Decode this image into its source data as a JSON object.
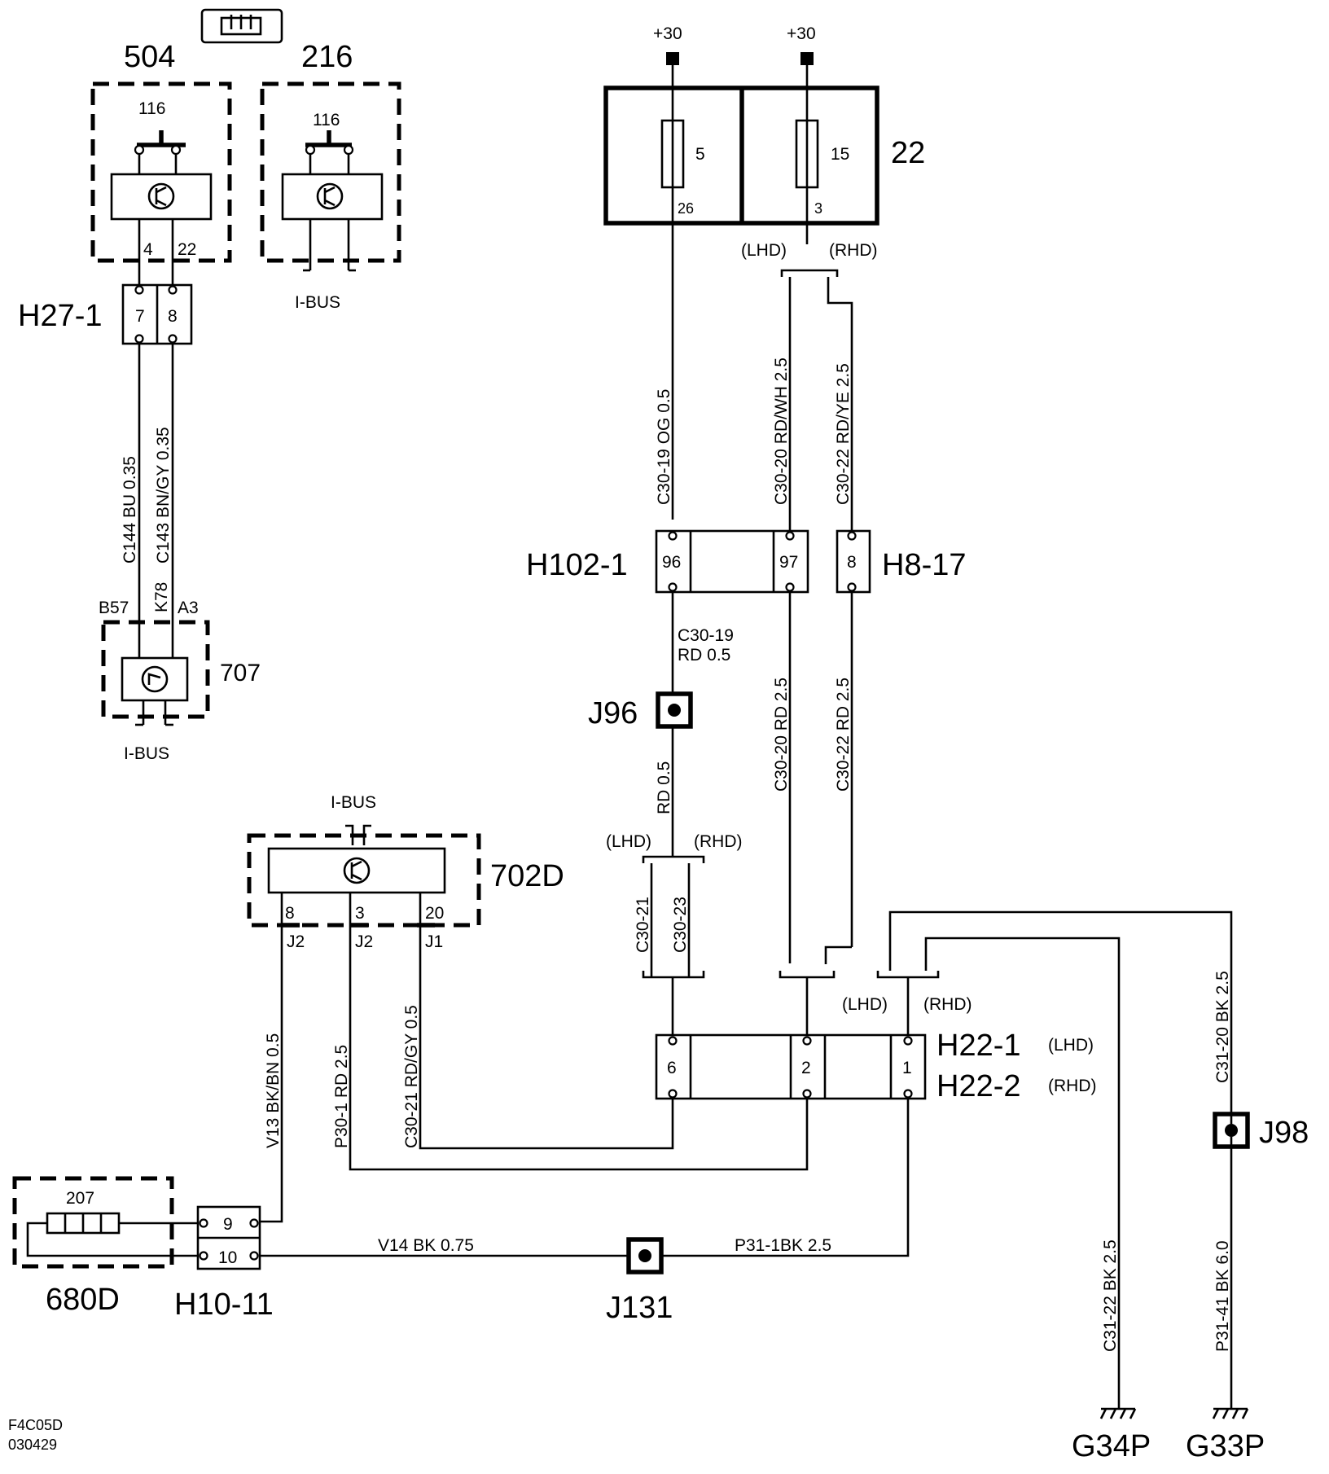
{
  "components": {
    "c504": "504",
    "c216": "216",
    "sw116a": "116",
    "sw116b": "116",
    "c707": "707",
    "c702d": "702D",
    "c680d": "680D",
    "c207": "207",
    "fusebox": "22",
    "fuse5": "5",
    "fuse15": "15"
  },
  "connectors": {
    "h27_1": "H27-1",
    "h102_1": "H102-1",
    "h8_17": "H8-17",
    "h22_1": "H22-1",
    "h22_2": "H22-2",
    "h10_11": "H10-11",
    "j96": "J96",
    "j98": "J98",
    "j131": "J131"
  },
  "grounds": {
    "g34p": "G34P",
    "g33p": "G33P"
  },
  "supply": {
    "s1": "+30",
    "s2": "+30"
  },
  "pins": {
    "p504_4": "4",
    "p504_22": "22",
    "h27_7": "7",
    "h27_8": "8",
    "p707_b57": "B57",
    "p707_k78": "K78",
    "p707_a3": "A3",
    "fuse_26": "26",
    "fuse_3": "3",
    "h102_96": "96",
    "h102_97": "97",
    "h8_8": "8",
    "p702_8": "8",
    "p702_3": "3",
    "p702_20": "20",
    "p702_j2a": "J2",
    "p702_j2b": "J2",
    "p702_j1": "J1",
    "h22_6": "6",
    "h22_2p": "2",
    "h22_1p": "1",
    "h10_9": "9",
    "h10_10": "10"
  },
  "bus": {
    "ibus_216": "I-BUS",
    "ibus_707": "I-BUS",
    "ibus_702": "I-BUS"
  },
  "drive": {
    "lhd1": "(LHD)",
    "rhd1": "(RHD)",
    "lhd2": "(LHD)",
    "rhd2": "(RHD)",
    "lhd3": "(LHD)",
    "rhd3": "(RHD)",
    "h22_1_lhd": "(LHD)",
    "h22_2_rhd": "(RHD)"
  },
  "wires": {
    "c144": "C144  BU 0.35",
    "c143": "C143  BN/GY 0.35",
    "c30_19_top": "C30-19  OG  0.5",
    "c30_20_top": "C30-20  RD/WH  2.5",
    "c30_22_top": "C30-22  RD/YE  2.5",
    "c30_19_mid_1": "C30-19",
    "c30_19_mid_2": "RD     0.5",
    "c30_20_mid": "C30-20   RD   2.5",
    "c30_22_mid": "C30-22   RD   2.5",
    "rd05": "RD  0.5",
    "c30_21": "C30-21",
    "c30_23": "C30-23",
    "v13": "V13   BK/BN  0.5",
    "p30_1": "P30-1   RD   2.5",
    "c30_21b": "C30-21   RD/GY  0.5",
    "v14": "V14   BK    0.75",
    "p31_1": "P31-1BK  2.5",
    "c31_20": "C31-20   BK   2.5",
    "c31_22": "C31-22   BK   2.5",
    "p31_41": "P31-41  BK  6.0"
  },
  "footer": {
    "code": "F4C05D",
    "date": "030429"
  }
}
